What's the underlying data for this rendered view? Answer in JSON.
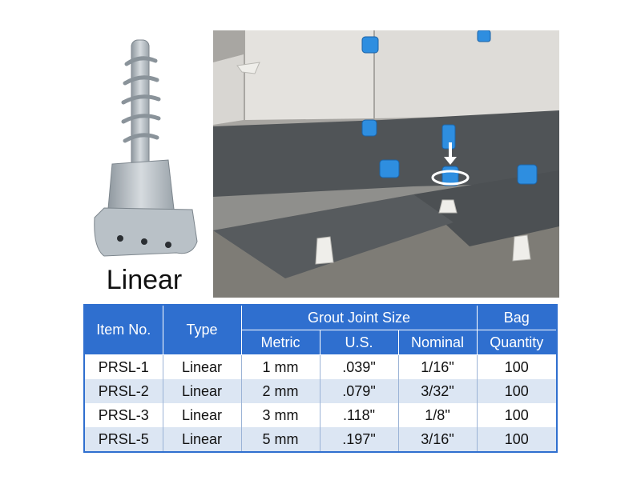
{
  "product": {
    "caption": "Linear"
  },
  "table": {
    "headers": {
      "item_no": "Item No.",
      "type": "Type",
      "grout_joint_size": "Grout Joint Size",
      "metric": "Metric",
      "us": "U.S.",
      "nominal": "Nominal",
      "bag": "Bag",
      "quantity": "Quantity"
    },
    "rows": [
      {
        "item": "PRSL-1",
        "type": "Linear",
        "metric": "1 mm",
        "us": ".039\"",
        "nominal": "1/16\"",
        "qty": "100"
      },
      {
        "item": "PRSL-2",
        "type": "Linear",
        "metric": "2 mm",
        "us": ".079\"",
        "nominal": "3/32\"",
        "qty": "100"
      },
      {
        "item": "PRSL-3",
        "type": "Linear",
        "metric": "3 mm",
        "us": ".118\"",
        "nominal": "1/8\"",
        "qty": "100"
      },
      {
        "item": "PRSL-5",
        "type": "Linear",
        "metric": "5 mm",
        "us": ".197\"",
        "nominal": "3/16\"",
        "qty": "100"
      }
    ]
  },
  "colors": {
    "header_blue": "#2f6fcf",
    "row_stripe": "#dce6f3",
    "clip_blue": "#2e8ee0"
  }
}
